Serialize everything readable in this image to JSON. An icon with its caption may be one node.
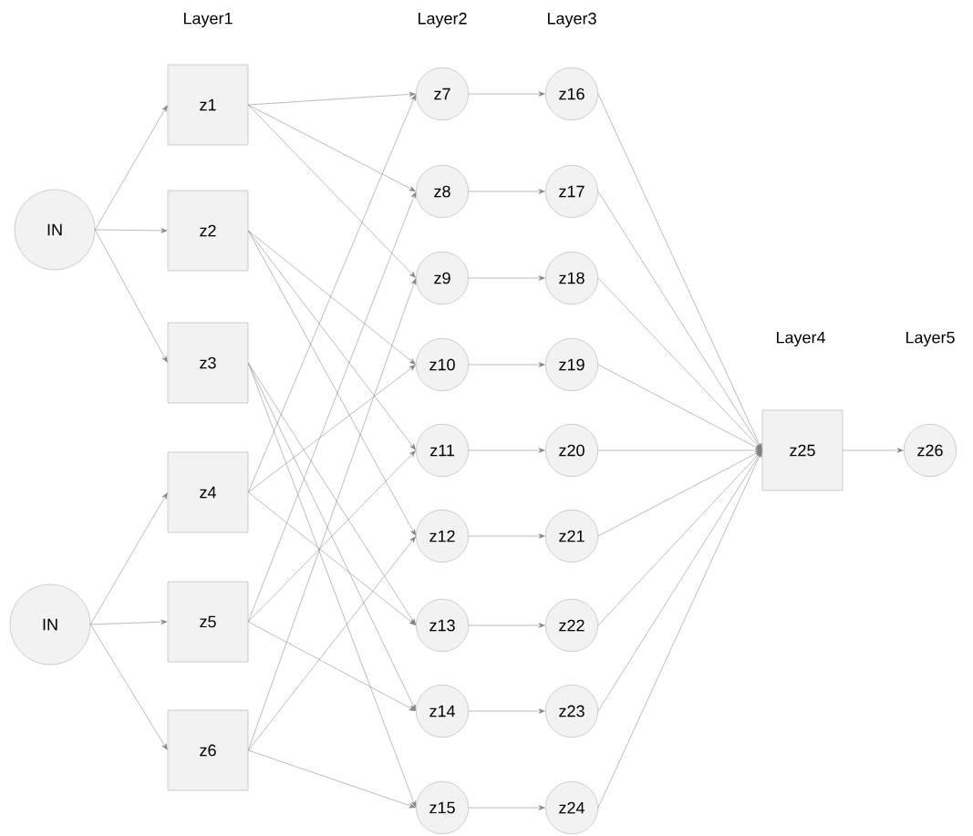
{
  "diagram": {
    "nodes": [
      {
        "text": [
          "IN"
        ]
      },
      {
        "text": [
          "IN"
        ]
      },
      {
        "text": [
          "z1"
        ]
      },
      {
        "text": [
          "z2"
        ]
      },
      {
        "text": [
          "z3"
        ]
      },
      {
        "text": [
          "z4"
        ]
      },
      {
        "text": [
          "z5"
        ]
      },
      {
        "text": [
          "z6"
        ]
      },
      {
        "text": [
          "z7"
        ]
      },
      {
        "text": [
          "z8"
        ]
      },
      {
        "text": [
          "z9"
        ]
      },
      {
        "text": [
          "z10"
        ]
      },
      {
        "text": [
          "z11"
        ]
      },
      {
        "text": [
          "z12"
        ]
      },
      {
        "text": [
          "z13"
        ]
      },
      {
        "text": [
          "z14"
        ]
      },
      {
        "text": [
          "z15"
        ]
      },
      {
        "text": [
          "z16"
        ]
      },
      {
        "text": [
          "z17"
        ]
      },
      {
        "text": [
          "z18"
        ]
      },
      {
        "text": [
          "z19"
        ]
      },
      {
        "text": [
          "z20"
        ]
      },
      {
        "text": [
          "z21"
        ]
      },
      {
        "text": [
          "z22"
        ]
      },
      {
        "text": [
          "z23"
        ]
      },
      {
        "text": [
          "z24"
        ]
      },
      {
        "text": [
          "z25"
        ]
      },
      {
        "text": [
          "z26"
        ]
      }
    ],
    "edges": [
      {
        "from": 0,
        "to": 2,
        "arrow": "to"
      },
      {
        "from": 0,
        "to": 3,
        "arrow": "to"
      },
      {
        "from": 0,
        "to": 4,
        "arrow": "to"
      },
      {
        "from": 1,
        "to": 5,
        "arrow": "to"
      },
      {
        "from": 1,
        "to": 6,
        "arrow": "to"
      },
      {
        "from": 1,
        "to": 7,
        "arrow": "to"
      },
      {
        "from": 2,
        "to": 8,
        "arrow": "to"
      },
      {
        "from": 2,
        "to": 9,
        "arrow": "to"
      },
      {
        "from": 2,
        "to": 10,
        "arrow": "to"
      },
      {
        "from": 3,
        "to": 11,
        "arrow": "to"
      },
      {
        "from": 3,
        "to": 12,
        "arrow": "to"
      },
      {
        "from": 3,
        "to": 13,
        "arrow": "to"
      },
      {
        "from": 4,
        "to": 14,
        "arrow": "to"
      },
      {
        "from": 4,
        "to": 15,
        "arrow": "to"
      },
      {
        "from": 4,
        "to": 16,
        "arrow": "to"
      },
      {
        "from": 5,
        "to": 8,
        "arrow": "to"
      },
      {
        "from": 5,
        "to": 11,
        "arrow": "to"
      },
      {
        "from": 5,
        "to": 14,
        "arrow": "to"
      },
      {
        "from": 6,
        "to": 9,
        "arrow": "to"
      },
      {
        "from": 6,
        "to": 12,
        "arrow": "to"
      },
      {
        "from": 6,
        "to": 15,
        "arrow": "to"
      },
      {
        "from": 7,
        "to": 10,
        "arrow": "to"
      },
      {
        "from": 7,
        "to": 13,
        "arrow": "to"
      },
      {
        "from": 7,
        "to": 16,
        "arrow": "to"
      },
      {
        "from": 8,
        "to": 17,
        "arrow": "to"
      },
      {
        "from": 9,
        "to": 18,
        "arrow": "to"
      },
      {
        "from": 10,
        "to": 19,
        "arrow": "to"
      },
      {
        "from": 11,
        "to": 20,
        "arrow": "to"
      },
      {
        "from": 12,
        "to": 21,
        "arrow": "to"
      },
      {
        "from": 13,
        "to": 22,
        "arrow": "to"
      },
      {
        "from": 14,
        "to": 23,
        "arrow": "to"
      },
      {
        "from": 15,
        "to": 24,
        "arrow": "to"
      },
      {
        "from": 16,
        "to": 25,
        "arrow": "to"
      },
      {
        "from": 17,
        "to": 26,
        "arrow": "to"
      },
      {
        "from": 18,
        "to": 26,
        "arrow": "to"
      },
      {
        "from": 19,
        "to": 26,
        "arrow": "to"
      },
      {
        "from": 20,
        "to": 26,
        "arrow": "to"
      },
      {
        "from": 21,
        "to": 26,
        "arrow": "to"
      },
      {
        "from": 22,
        "to": 26,
        "arrow": "to"
      },
      {
        "from": 23,
        "to": 26,
        "arrow": "to"
      },
      {
        "from": 24,
        "to": 26,
        "arrow": "to"
      },
      {
        "from": 25,
        "to": 26,
        "arrow": "to"
      },
      {
        "from": 26,
        "to": 27,
        "arrow": "to"
      }
    ],
    "labels": [
      "Layer1",
      "Layer2",
      "Layer3",
      "Layer4",
      "Layer5"
    ]
  }
}
